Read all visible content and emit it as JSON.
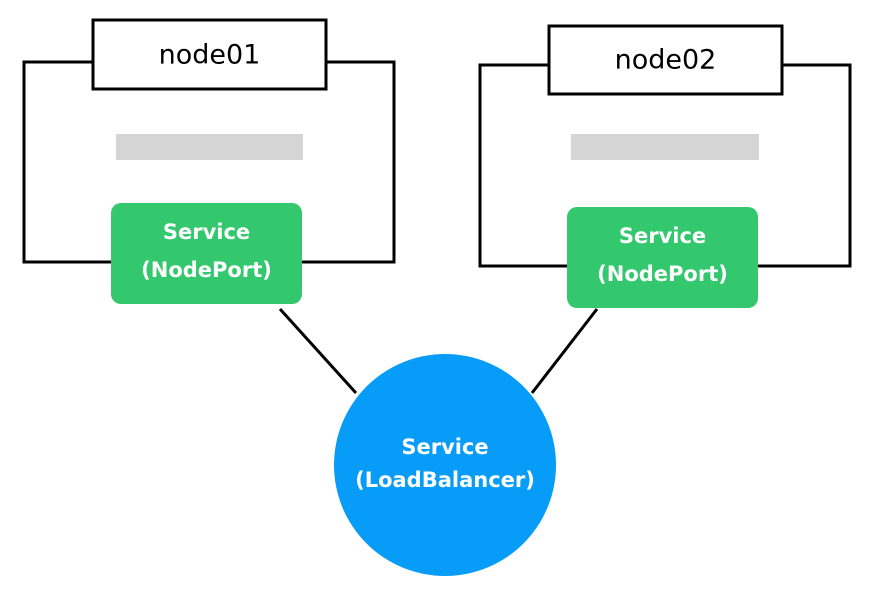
{
  "colors": {
    "nodeport_service": "#33c86e",
    "loadbalancer_service": "#069cf7",
    "placeholder_bar": "#d5d5d5",
    "outline": "#000000"
  },
  "nodes": [
    {
      "label": "node01",
      "service": {
        "line1": "Service",
        "line2": "(NodePort)"
      }
    },
    {
      "label": "node02",
      "service": {
        "line1": "Service",
        "line2": "(NodePort)"
      }
    }
  ],
  "load_balancer": {
    "line1": "Service",
    "line2": "(LoadBalancer)"
  }
}
